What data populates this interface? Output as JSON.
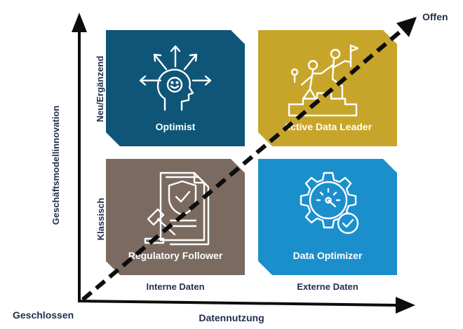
{
  "quadrants": {
    "optimist": {
      "label": "Optimist",
      "color": "#0f5577",
      "icon": "optimist-head-icon"
    },
    "active_data_leader": {
      "label": "Active Data Leader",
      "color": "#c7a52b",
      "icon": "climbing-people-icon"
    },
    "regulatory_follower": {
      "label": "Regulatory Follower",
      "color": "#7a6a60",
      "icon": "shield-document-gavel-icon"
    },
    "data_optimizer": {
      "label": "Data Optimizer",
      "color": "#1b8fcc",
      "icon": "gear-gauge-check-icon"
    }
  },
  "axes": {
    "y_title": "Geschäftsmodellinnovation",
    "y_top": "Neu/Ergänzend",
    "y_bottom": "Klassisch",
    "x_title": "Datennutzung",
    "x_left": "Interne Daten",
    "x_right": "Externe Daten",
    "origin": "Geschlossen",
    "diagonal_end": "Offen"
  }
}
